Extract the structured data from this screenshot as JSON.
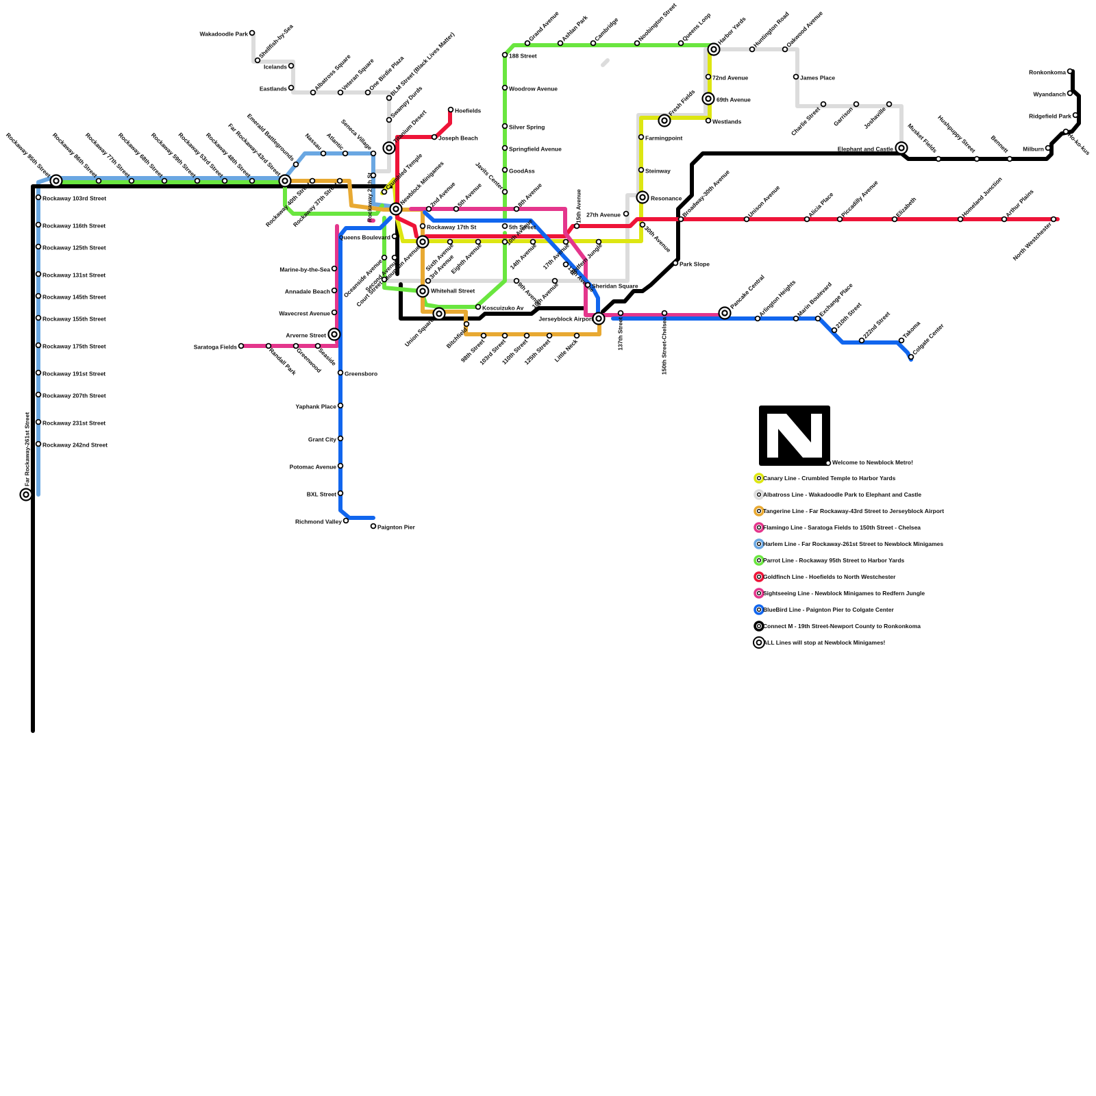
{
  "colors": {
    "canary": "#dde612",
    "albatross": "#dcdcdc",
    "tangerine": "#e8a932",
    "flamingo": "#e4368c",
    "harlem": "#6aa7e2",
    "parrot": "#6ae63f",
    "goldfinch": "#ee1438",
    "bluebird": "#1166ee",
    "connect": "#000000"
  },
  "logo": {
    "icon": "n-logo-icon",
    "tagline": "Welcome to Newblock Metro!"
  },
  "legend": [
    {
      "line": "canary",
      "label": "Canary Line - Crumbled Temple to Harbor Yards"
    },
    {
      "line": "albatross",
      "label": "Albatross Line - Wakadoodle Park to Elephant and Castle"
    },
    {
      "line": "tangerine",
      "label": "Tangerine Line - Far Rockaway-43rd Street to Jerseyblock Airport"
    },
    {
      "line": "flamingo",
      "label": "Flamingo Line - Saratoga Fields to 150th Street - Chelsea"
    },
    {
      "line": "harlem",
      "label": "Harlem Line - Far Rockaway-261st Street to Newblock Minigames"
    },
    {
      "line": "parrot",
      "label": "Parrot Line - Rockaway 95th Street to Harbor Yards"
    },
    {
      "line": "goldfinch",
      "label": "Goldfinch Line - Hoefields to North Westchester"
    },
    {
      "line": "flamingo",
      "label": "Sightseeing Line - Newblock Minigames to Redfern Jungle"
    },
    {
      "line": "bluebird",
      "label": "BlueBird Line - Paignton Pier to Colgate Center"
    },
    {
      "line": "connect",
      "label": "Connect M - 19th Street-Newport County to Ronkonkoma"
    },
    {
      "line": "all",
      "label": "ALL Lines will stop at Newblock Minigames!"
    }
  ],
  "stations": [
    "Wakadoodle Park",
    "Shellfish-by-Sea",
    "Icelands",
    "Eastlands",
    "Albatross Square",
    "Veteran Square",
    "One Birdie Plaza",
    "BLM Street (Black Lives Matter)",
    "Swampy Durds",
    "Titanium Desert",
    "Hoefields",
    "Joseph Beach",
    "Crumbled Temple",
    "Newblock Minigames",
    "2nd Avenue",
    "5th Avenue",
    "8th Avenue",
    "Rockaway 17th St",
    "5th Street",
    "15th Avenue",
    "Queens Boulevard",
    "Mountain Avenue",
    "3rd Avenue",
    "Sixth Avenue",
    "Eighth Avenue",
    "10th Avenue",
    "14th Avenue",
    "17th Avenue",
    "Redfern Jungle",
    "9th Avenue",
    "10th Avenue",
    "13th Avenue",
    "Sheridan Square",
    "Whitehall Street",
    "Union Square",
    "Koscuizuko Av",
    "Bitchfield",
    "98th Street",
    "103rd Street",
    "110th Street",
    "125th Street",
    "Little Neck",
    "Jerseyblock Airport",
    "137th Street",
    "150th Street-Chelsea",
    "Pancake Central",
    "Arlington Heights",
    "Marin Boulevard",
    "Exchange Place",
    "210th Street",
    "222nd Street",
    "Takoma",
    "Colgate Center",
    "Grand Avenue",
    "Ashlan Park",
    "Cambridge",
    "Noobington Street",
    "Queens Loop",
    "Harbor Yards",
    "Huntington Road",
    "Oakwood Avenue",
    "James Place",
    "Charlie Street",
    "Garrison",
    "Joshaville",
    "Elephant and Castle",
    "Musket Fields",
    "Hushpuppy Street",
    "Bennett",
    "Milburn",
    "Ho-ko-kus",
    "Ronkonkoma",
    "Wyandanch",
    "Ridgefield Park",
    "188 Street",
    "Woodrow Avenue",
    "Silver Spring",
    "Springfield Avenue",
    "GoodAss",
    "Javits Center",
    "72nd Avenue",
    "69th Avenue",
    "Westlands",
    "Fresh Fields",
    "Farmingpoint",
    "Steinway",
    "Resonance",
    "27th Avenue",
    "30th Avenue",
    "Broadway-30th Avenue",
    "Park Slope",
    "Unison Avenue",
    "Alicia Place",
    "Piccadilly Avenue",
    "Elizabeth",
    "Homeland Junction",
    "Arthur Plains",
    "North Westchester",
    "Rockaway 95th Street",
    "Rockaway 86th Street",
    "Rockaway 77th Street",
    "Rockaway 68th Street",
    "Rockaway 59th Street",
    "Rockaway 53rd Street",
    "Rockaway 48th Street",
    "Far Rockaway-43rd Street",
    "Emerald Battlegrounds",
    "Nassau",
    "Atlantic",
    "Seneca Village",
    "Rockaway 29th St",
    "Rockaway 40th Street",
    "Rockaway 37th Street",
    "Rockaway 103rd Street",
    "Rockaway 116th Street",
    "Rockaway 125th Street",
    "Rockaway 131st Street",
    "Rockaway 145th Street",
    "Rockaway 155th Street",
    "Rockaway 175th Street",
    "Rockaway 191st Street",
    "Rockaway 207th Street",
    "Rockaway 231st Street",
    "Rockaway 242nd Street",
    "Far Rockaway-261st Street",
    "Oceanside Avenue",
    "Second Avenue",
    "Court Street",
    "Marine-by-the-Sea",
    "Annadale Beach",
    "Wavecrest Avenue",
    "Arverne Street",
    "Saratoga Fields",
    "Randall Park",
    "Greenwood",
    "Seaside",
    "Greensboro",
    "Yaphank Place",
    "Grant City",
    "Potomac Avenue",
    "BXL Street",
    "Richmond Valley",
    "Paignton Pier"
  ]
}
